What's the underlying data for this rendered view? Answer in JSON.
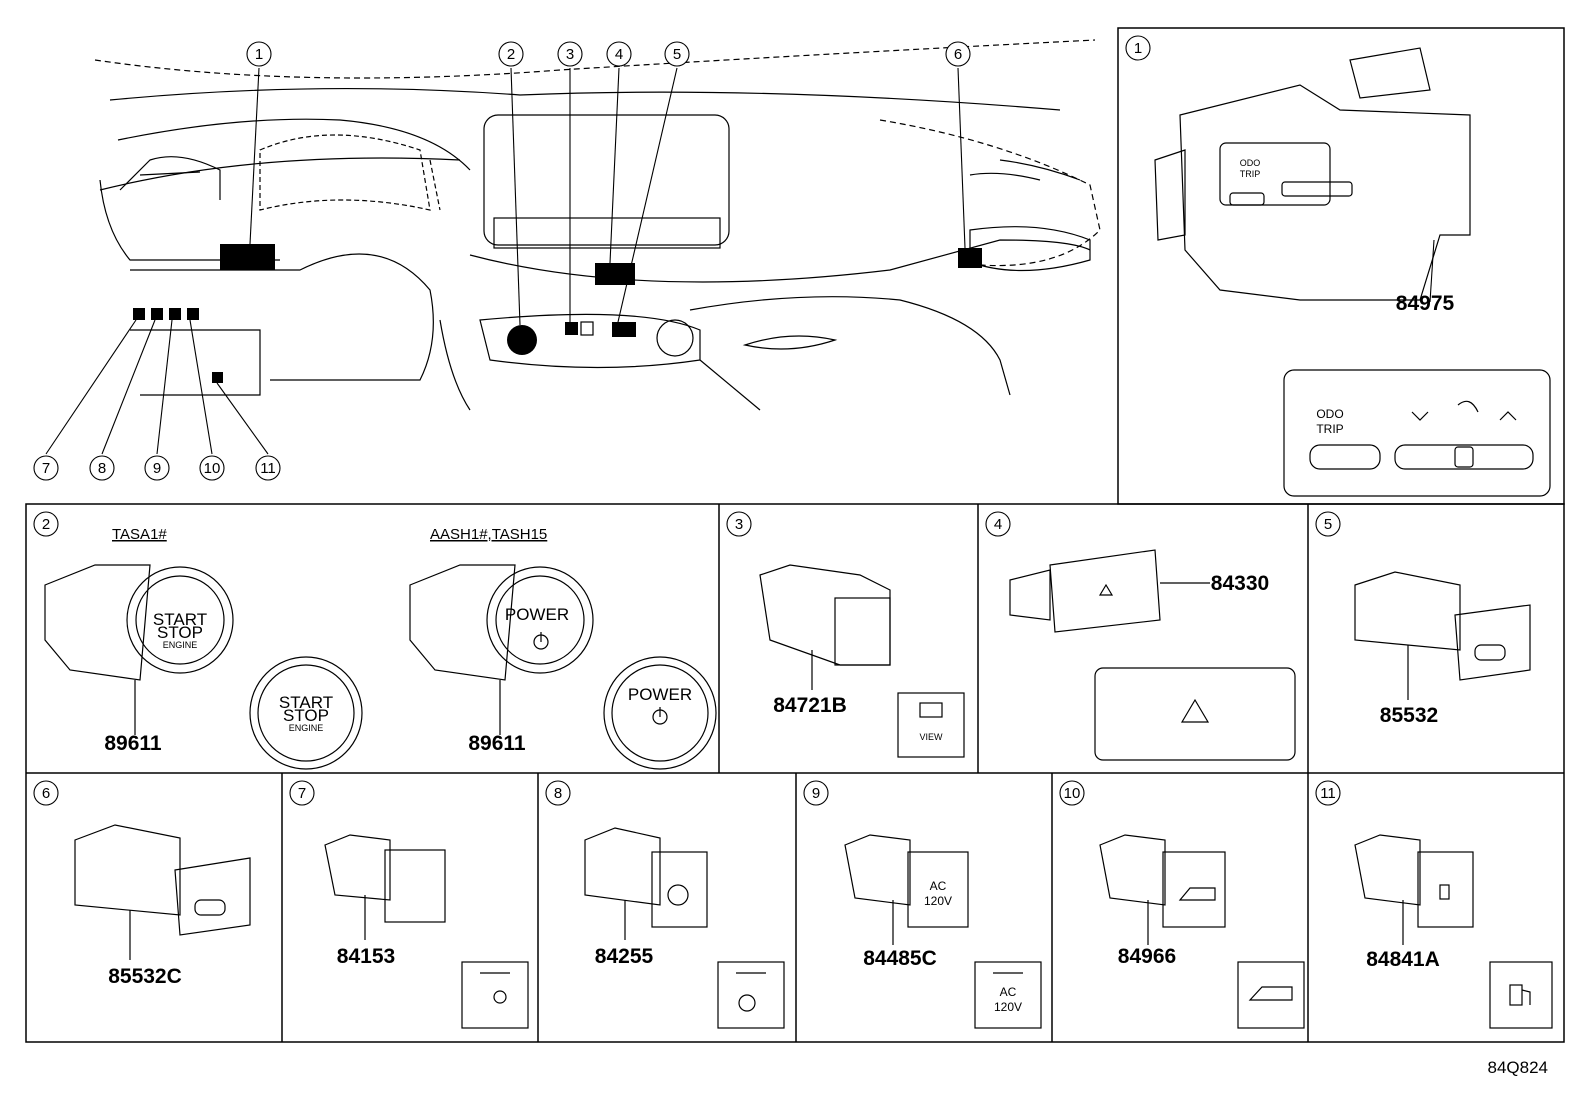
{
  "figure_code": "84Q824",
  "callouts": [
    "1",
    "2",
    "3",
    "4",
    "5",
    "6",
    "7",
    "8",
    "9",
    "10",
    "11"
  ],
  "panels": {
    "p1": {
      "num": "1",
      "part": "84975",
      "odo": "ODO",
      "trip": "TRIP"
    },
    "p2": {
      "num": "2",
      "variant_a": "TASA1#",
      "variant_b": "AASH1#,TASH15",
      "part_a": "89611",
      "part_b": "89611",
      "start": "START",
      "stop": "STOP",
      "engine": "ENGINE",
      "power": "POWER"
    },
    "p3": {
      "num": "3",
      "part": "84721B",
      "view": "VIEW"
    },
    "p4": {
      "num": "4",
      "part": "84330"
    },
    "p5": {
      "num": "5",
      "part": "85532"
    },
    "p6": {
      "num": "6",
      "part": "85532C"
    },
    "p7": {
      "num": "7",
      "part": "84153"
    },
    "p8": {
      "num": "8",
      "part": "84255"
    },
    "p9": {
      "num": "9",
      "part": "84485C",
      "ac": "AC",
      "v": "120V"
    },
    "p10": {
      "num": "10",
      "part": "84966"
    },
    "p11": {
      "num": "11",
      "part": "84841A"
    }
  },
  "icons": [
    "dashboard-overview",
    "meter-control-switch-icon",
    "push-start-switch-icon",
    "camera-view-switch-icon",
    "hazard-switch-icon",
    "usb-charger-icon",
    "auto-headlamp-leveling-icon",
    "steering-heater-icon",
    "ac-120v-outlet-icon",
    "power-back-door-icon",
    "fuel-lid-icon"
  ]
}
